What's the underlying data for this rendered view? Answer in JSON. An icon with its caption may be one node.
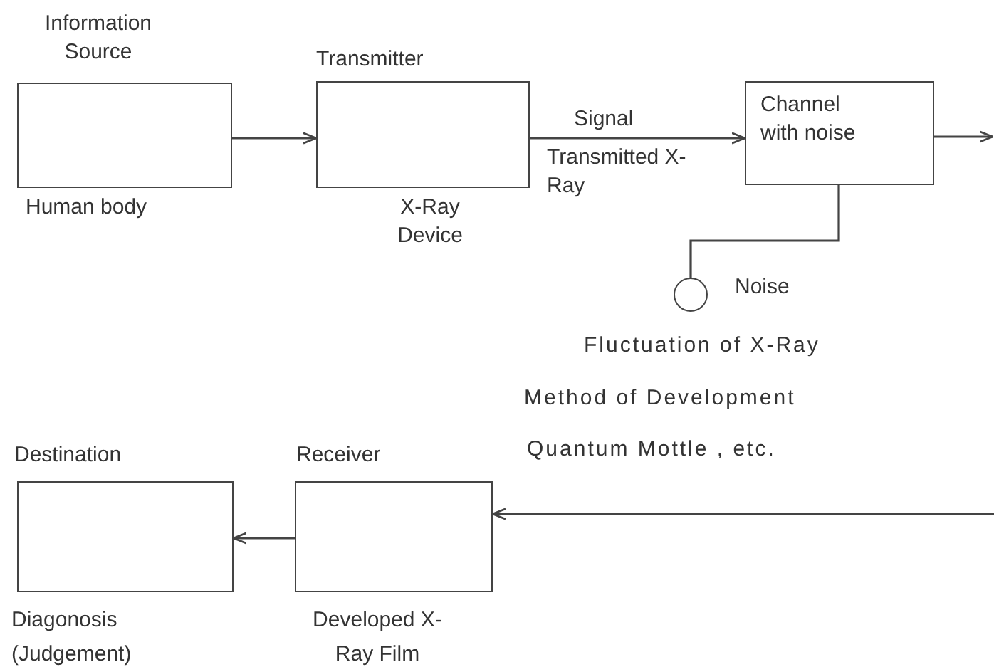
{
  "diagram": {
    "nodes": [
      {
        "text": [
          "Information Source"
        ],
        "beside": [
          "Human body"
        ]
      },
      {
        "text": [
          "Transmitter"
        ],
        "beside": [
          "X-Ray Device"
        ]
      },
      {
        "text": [
          "Channel with noise"
        ]
      },
      {
        "text": [],
        "shape": "circle",
        "beside": [
          "Noise"
        ]
      },
      {
        "text": [
          "Receiver"
        ],
        "beside": [
          "Developed X-Ray Film"
        ]
      },
      {
        "text": [
          "Destination"
        ],
        "beside": [
          "Diagonosis (Judgement)"
        ]
      }
    ],
    "edges": [
      {
        "from": 0,
        "to": 1,
        "arrow": "to"
      },
      {
        "from": 1,
        "to": 2,
        "arrow": "to",
        "label": "Signal"
      },
      {
        "from": 2,
        "to": null,
        "arrow": "to"
      },
      {
        "from": 3,
        "to": 2,
        "arrow": "none"
      },
      {
        "from": null,
        "to": 4,
        "arrow": "to"
      },
      {
        "from": 4,
        "to": 5,
        "arrow": "to"
      }
    ],
    "labels": [
      "Transmitted X-Ray",
      "Fluctuation of X-Ray",
      "Method of Development",
      "Quantum Mottle , etc."
    ]
  }
}
